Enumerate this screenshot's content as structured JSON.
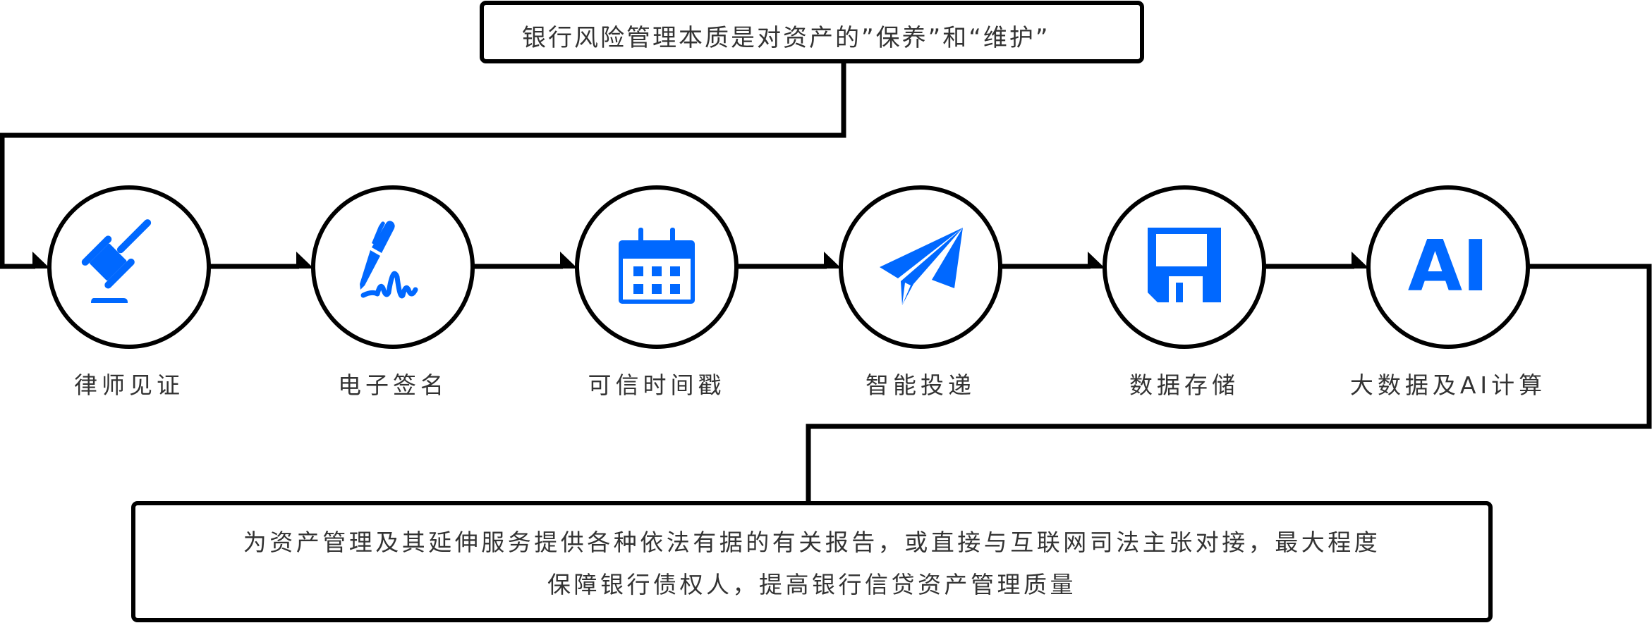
{
  "diagram": {
    "top_note": "银行风险管理本质是对资产的”保养”和“维护”",
    "steps": [
      {
        "label": "律师见证",
        "icon": "gavel-icon"
      },
      {
        "label": "电子签名",
        "icon": "pen-signature-icon"
      },
      {
        "label": "可信时间戳",
        "icon": "calendar-icon"
      },
      {
        "label": "智能投递",
        "icon": "paper-plane-icon"
      },
      {
        "label": "数据存储",
        "icon": "floppy-disk-icon"
      },
      {
        "label": "大数据及AI计算",
        "icon": "ai-text-icon",
        "icon_text": "AI"
      }
    ],
    "bottom_note": {
      "line1": "为资产管理及其延伸服务提供各种依法有据的有关报告，或直接与互联网司法主张对接，最大程度",
      "line2": "保障银行债权人，提高银行信贷资产管理质量"
    },
    "colors": {
      "icon": "#0068FF",
      "stroke": "#000000",
      "text": "#333333"
    }
  }
}
